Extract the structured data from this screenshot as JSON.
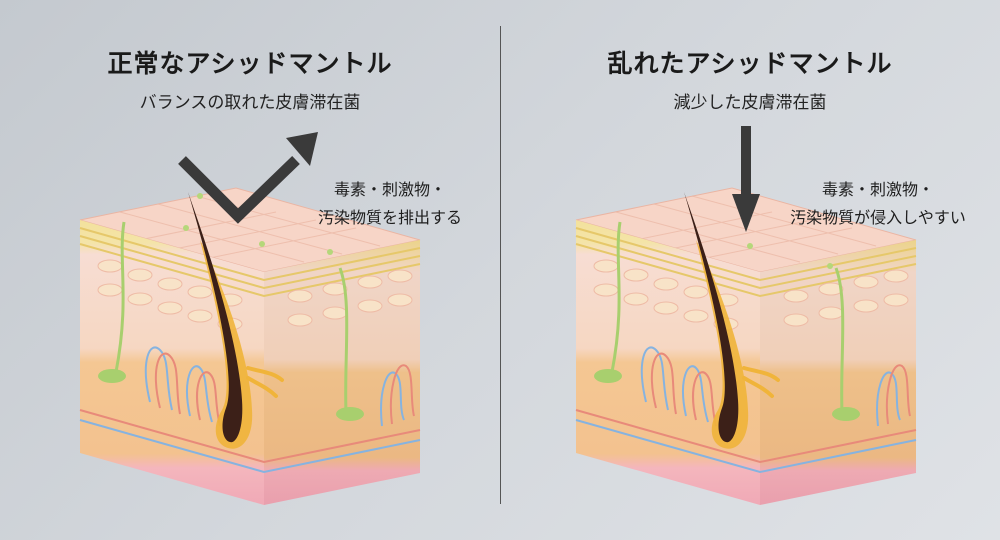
{
  "left_panel": {
    "title": "正常なアシッドマントル",
    "subtitle": "バランスの取れた皮膚滞在菌",
    "note_line1": "毒素・刺激物・",
    "note_line2": "汚染物質を排出する",
    "arrow_icon": "bounce-arrow-icon"
  },
  "right_panel": {
    "title": "乱れたアシッドマントル",
    "subtitle": "減少した皮膚滞在菌",
    "note_line1": "毒素・刺激物・",
    "note_line2": "汚染物質が侵入しやすい",
    "arrow_icon": "down-arrow-icon"
  },
  "colors": {
    "arrow": "#3a3a3a",
    "skin_top": "#f6d3c4",
    "epidermis_yellow": "#f3e19c",
    "dermis": "#f5c99a",
    "subcutis": "#f3b6c0",
    "hair": "#3c2018",
    "hair_follicle": "#f0b43a",
    "nerve_green": "#a8cf6e",
    "vessel_blue": "#86b3e0",
    "vessel_red": "#e88a7a"
  }
}
